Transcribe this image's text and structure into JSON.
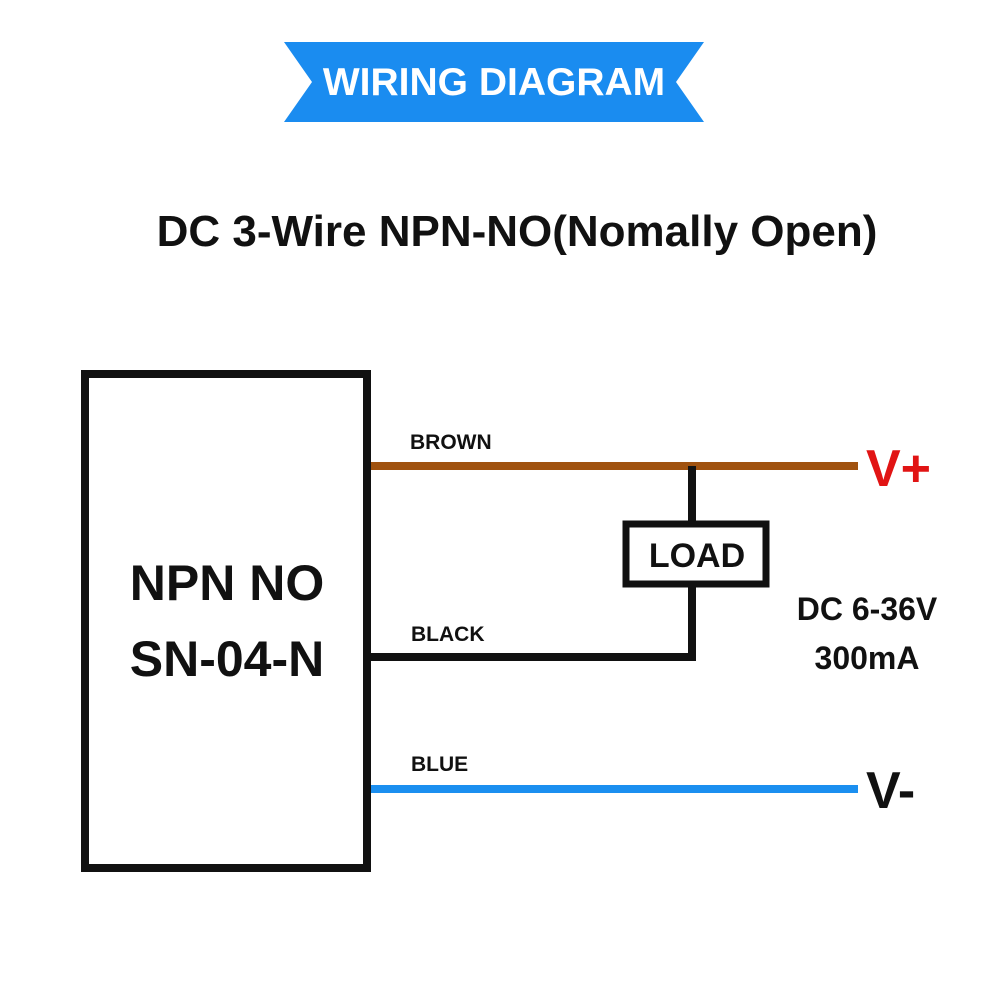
{
  "banner": {
    "text": "WIRING DIAGRAM",
    "color": "#1a8cf0"
  },
  "title": "DC 3-Wire NPN-NO(Nomally Open)",
  "sensor": {
    "line1": "NPN NO",
    "line2": "SN-04-N"
  },
  "wires": [
    {
      "label": "BROWN",
      "color": "#a0520f"
    },
    {
      "label": "BLACK",
      "color": "#111111"
    },
    {
      "label": "BLUE",
      "color": "#1b8ff0"
    }
  ],
  "load": {
    "label": "LOAD"
  },
  "supply": {
    "voltage": "DC 6-36V",
    "current": "300mA"
  },
  "terminals": {
    "positive": {
      "label": "V+",
      "color": "#e11414"
    },
    "negative": {
      "label": "V-",
      "color": "#111111"
    }
  }
}
